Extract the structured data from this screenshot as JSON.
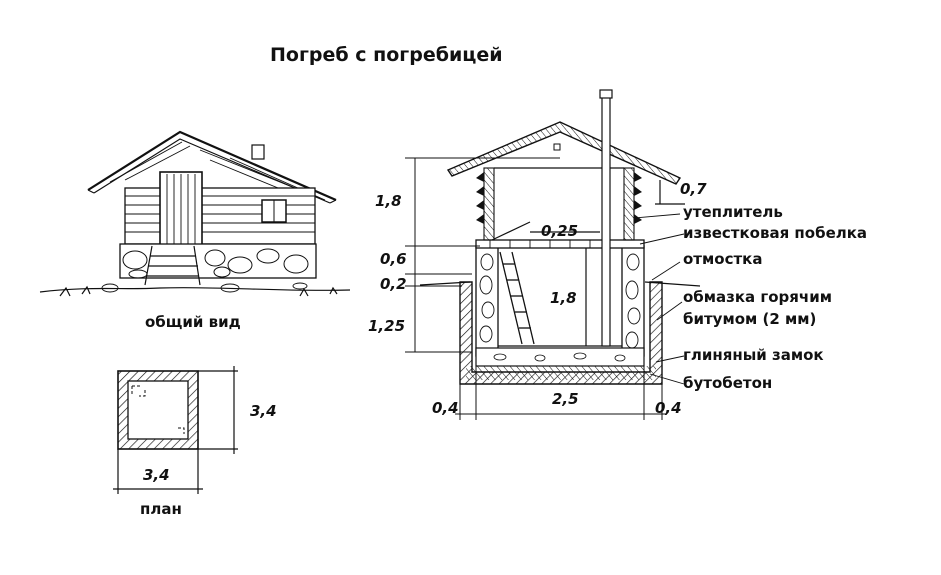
{
  "title": "Погреб с погребицей",
  "view_label": "общий вид",
  "plan": {
    "label": "план",
    "width": "3,4",
    "depth": "3,4"
  },
  "section": {
    "dims_left": [
      "1,8",
      "0,6",
      "0,2",
      "1,25"
    ],
    "dim_roof_overhang": "0,7",
    "dim_hatch": "0,25",
    "dim_inner_height": "1,8",
    "dims_bottom": [
      "0,4",
      "2,5",
      "0,4"
    ],
    "callouts": [
      "утеплитель",
      "известковая побелка",
      "отмостка",
      "обмазка горячим",
      "битумом (2 мм)",
      "глиняный замок",
      "бутобетон"
    ]
  }
}
